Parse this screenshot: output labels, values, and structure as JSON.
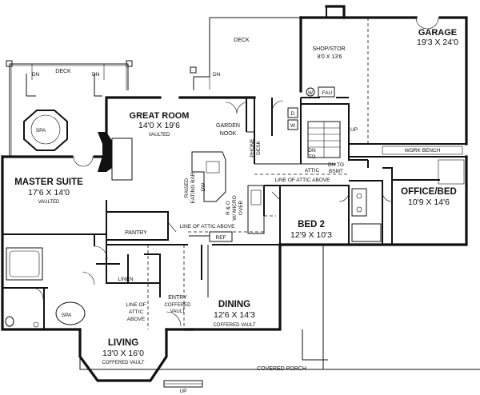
{
  "rooms": {
    "garage": {
      "name": "GARAGE",
      "dims": "19'3 X 24'0"
    },
    "shop": {
      "name": "SHOP/STOR.",
      "dims": "8'0 X 13'6"
    },
    "deck_top": {
      "name": "DECK"
    },
    "deck_left": {
      "name": "DECK"
    },
    "great_room": {
      "name": "GREAT ROOM",
      "dims": "14'0 X 19'6",
      "note": "VAULTED"
    },
    "garden_nook": {
      "line1": "GARDEN",
      "line2": "NOOK"
    },
    "master": {
      "name": "MASTER SUITE",
      "dims": "17'6 X 14'0",
      "note": "VAULTED"
    },
    "bed2": {
      "name": "BED 2",
      "dims": "12'9 X 10'3"
    },
    "office": {
      "name": "OFFICE/BED",
      "dims": "10'9 X 14'6"
    },
    "dining": {
      "name": "DINING",
      "dims": "12'6 X 14'3",
      "note": "COFFERED VAULT"
    },
    "living": {
      "name": "LIVING",
      "dims": "13'0 X 16'0",
      "note": "COFFERED VAULT"
    },
    "entry": {
      "line1": "ENTRY",
      "line2": "COFFERED",
      "line3": "VAULT"
    }
  },
  "labels": {
    "dn": "DN",
    "up": "UP",
    "spa": "SPA",
    "fau": "FAU",
    "w": "W",
    "d": "D",
    "work_bench": "WORK BENCH",
    "phone_desk_1": "PHONE",
    "phone_desk_2": "DESK",
    "dn_to_attic_1": "DN",
    "dn_to_attic_2": "TO",
    "dn_to_attic_3": "ATTIC",
    "dn_to_bsmt_1": "DN TO",
    "dn_to_bsmt_2": "BSMT",
    "attic_right": "LINE OF ATTIC ABOVE",
    "attic_mid": "LINE OF ATTIC ABOVE",
    "attic_left_1": "LINE OF",
    "attic_left_2": "ATTIC",
    "attic_left_3": "ABOVE",
    "raised_bar_1": "RAISED",
    "raised_bar_2": "EATING BAR",
    "dw": "DW",
    "ro_1": "R & O",
    "ro_2": "W/ MICRO",
    "ro_3": "OVER",
    "ref": "REF",
    "pantry": "PANTRY",
    "linen": "LINEN",
    "covered_porch": "COVERED PORCH",
    "up_bottom": "UP"
  }
}
